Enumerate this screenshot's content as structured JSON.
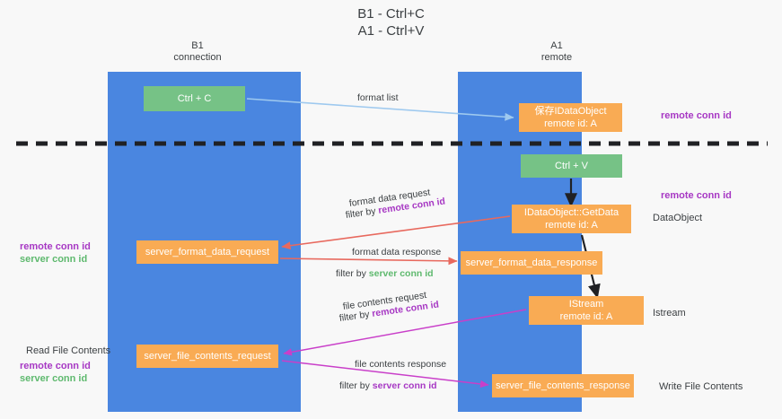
{
  "title": "B1 - Ctrl+C\nA1 - Ctrl+V",
  "lanes": [
    {
      "id": "b1",
      "label": "B1\nconnection"
    },
    {
      "id": "a1",
      "label": "A1\nremote"
    }
  ],
  "nodes": {
    "ctrl_c": "Ctrl + C",
    "save_idataobject": "保存IDataObject\nremote id: A",
    "ctrl_v": "Ctrl + V",
    "getdata": "IDataObject::GetData\nremote id: A",
    "server_format_data_request": "server_format_data_request",
    "server_format_data_response": "server_format_data_response",
    "istream": "IStream\nremote id: A",
    "server_file_contents_request": "server_file_contents_request",
    "server_file_contents_response": "server_file_contents_response"
  },
  "right_annotations": [
    {
      "text": "remote conn id",
      "color": "purple"
    },
    {
      "text": "remote conn id",
      "color": "purple"
    },
    {
      "text": "DataObject",
      "color": "plain"
    },
    {
      "text": "Istream",
      "color": "plain"
    },
    {
      "text": "Write File Contents",
      "color": "plain"
    }
  ],
  "left_annotations": [
    {
      "text": "remote conn id",
      "color": "purple"
    },
    {
      "text": "server conn id",
      "color": "green"
    },
    {
      "text": "Read File Contents",
      "color": "plain"
    },
    {
      "text": "remote conn id",
      "color": "purple"
    },
    {
      "text": "server conn id",
      "color": "green"
    }
  ],
  "edge_labels": {
    "format_list": "format list",
    "format_data_request": "format data request",
    "format_data_request_filter_prefix": "filter by ",
    "format_data_request_filter_key": "remote conn id",
    "format_data_response": "format data response",
    "format_data_response_filter_prefix": "filter by ",
    "format_data_response_filter_key": "server conn id",
    "file_contents_request": "file contents request",
    "file_contents_request_filter_prefix": "filter by ",
    "file_contents_request_filter_key": "remote conn id",
    "file_contents_response": "file contents response",
    "file_contents_response_filter_prefix": "filter by ",
    "file_contents_response_filter_key": "server conn id"
  },
  "colors": {
    "lane": "#4a86e0",
    "green_node": "#76c286",
    "orange_node": "#f9ab54",
    "purple_text": "#a738c4",
    "green_text": "#5eb96e",
    "blue_arrow": "#9ec9ef",
    "red_arrow": "#e8695e",
    "magenta_arrow": "#c93fc9",
    "black_arrow": "#202124",
    "background": "#f8f8f8"
  }
}
